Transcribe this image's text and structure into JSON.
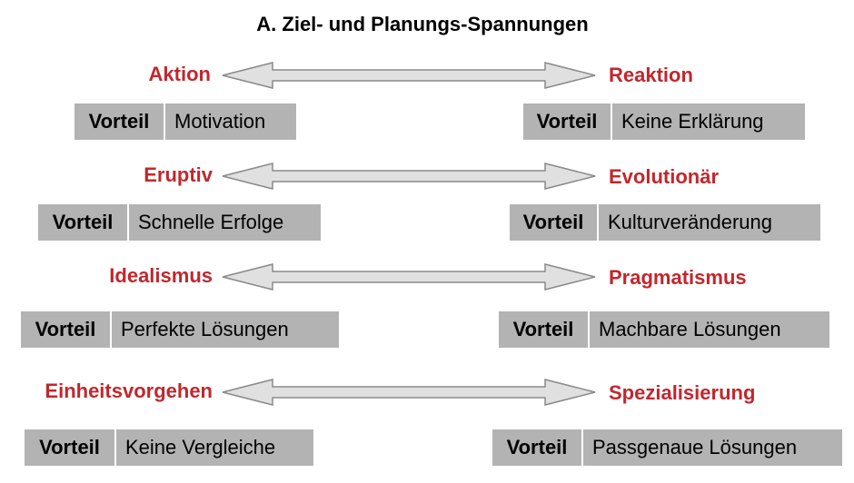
{
  "title": "A. Ziel- und Planungs-Spannungen",
  "colors": {
    "pole_text": "#c1272d",
    "box_fill": "#b3b3b3",
    "arrow_fill": "#e0e0e0",
    "arrow_stroke": "#8a8a8a"
  },
  "rows": [
    {
      "left_pole": "Aktion",
      "right_pole": "Reaktion",
      "left_box": {
        "label": "Vorteil",
        "value": "Motivation"
      },
      "right_box": {
        "label": "Vorteil",
        "value": "Keine Erklärung"
      },
      "arrow_icon": "double-arrow-icon"
    },
    {
      "left_pole": "Eruptiv",
      "right_pole": "Evolutionär",
      "left_box": {
        "label": "Vorteil",
        "value": "Schnelle Erfolge"
      },
      "right_box": {
        "label": "Vorteil",
        "value": "Kulturveränderung"
      },
      "arrow_icon": "double-arrow-icon"
    },
    {
      "left_pole": "Idealismus",
      "right_pole": "Pragmatismus",
      "left_box": {
        "label": "Vorteil",
        "value": "Perfekte Lösungen"
      },
      "right_box": {
        "label": "Vorteil",
        "value": "Machbare Lösungen"
      },
      "arrow_icon": "double-arrow-icon"
    },
    {
      "left_pole": "Einheitsvorgehen",
      "right_pole": "Spezialisierung",
      "left_box": {
        "label": "Vorteil",
        "value": "Keine Vergleiche"
      },
      "right_box": {
        "label": "Vorteil",
        "value": "Passgenaue Lösungen"
      },
      "arrow_icon": "double-arrow-icon"
    }
  ]
}
